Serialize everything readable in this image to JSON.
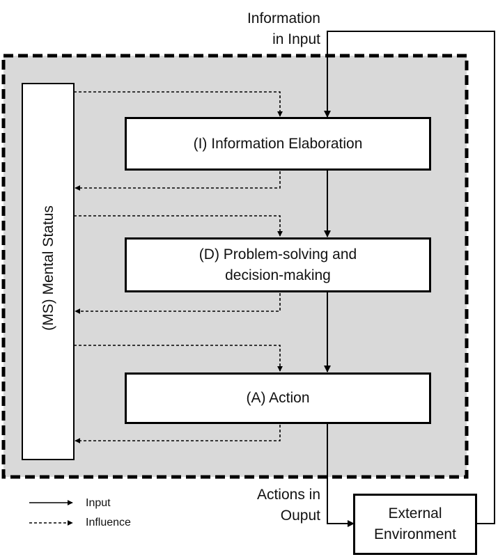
{
  "input_label_line1": "Information",
  "input_label_line2": "in Input",
  "mental_status": "(MS) Mental Status",
  "stage_info": "(I) Information Elaboration",
  "stage_decision_line1": "(D) Problem-solving and",
  "stage_decision_line2": "decision-making",
  "stage_action": "(A) Action",
  "output_label_line1": "Actions in",
  "output_label_line2": "Ouput",
  "environment_line1": "External",
  "environment_line2": "Environment",
  "legend": {
    "input": "Input",
    "influence": "Influence"
  },
  "colors": {
    "container_fill": "#d9d9d9",
    "stroke": "#000000",
    "box_fill": "#ffffff"
  }
}
